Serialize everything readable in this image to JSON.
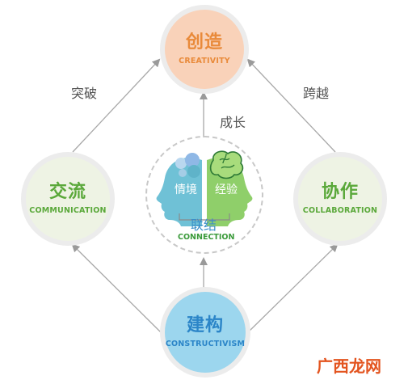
{
  "nodes": {
    "top": {
      "cn": "创造",
      "en": "CREATIVITY",
      "color": "#e98a3a",
      "bg": "#f9d2b9"
    },
    "left": {
      "cn": "交流",
      "en": "COMMUNICATION",
      "color": "#5aa83a",
      "bg": "#eef3e4"
    },
    "right": {
      "cn": "协作",
      "en": "COLLABORATION",
      "color": "#5aa83a",
      "bg": "#eef3e4"
    },
    "bottom": {
      "cn": "建构",
      "en": "CONSTRUCTIVISM",
      "color": "#2b85c8",
      "bg": "#9cd6ee"
    }
  },
  "center": {
    "left_head": "情境",
    "right_head": "经验",
    "title": "联结",
    "subtitle": "CONNECTION",
    "left_head_color": "#6fc1d6",
    "right_head_color": "#8fcf6a"
  },
  "edges": {
    "left_top": "突破",
    "right_top": "跨越",
    "center_top": "成长"
  },
  "watermark": "广西龙网",
  "icons": [
    "brain-icon",
    "head-silhouette-icon",
    "arrow-icon"
  ]
}
